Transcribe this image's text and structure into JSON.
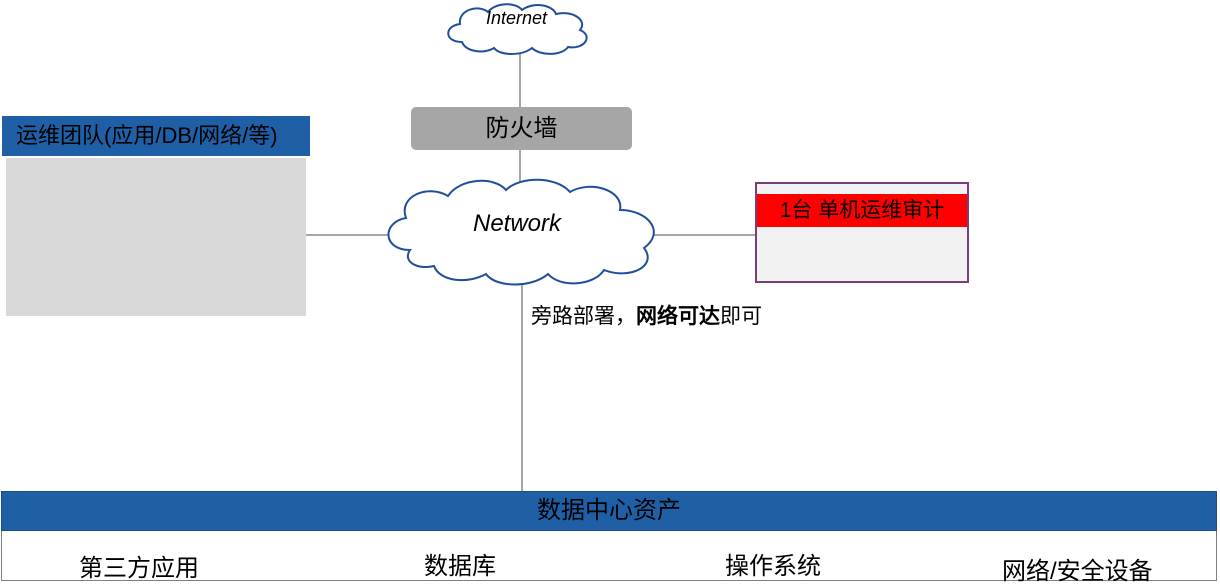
{
  "internet_label": "Internet",
  "firewall_label": "防火墙",
  "network_label": "Network",
  "ops_team_label": "运维团队(应用/DB/网络/等)",
  "audit_label": "1台 单机运维审计",
  "deployment_note": {
    "prefix": "旁路部署，",
    "bold": "网络可达",
    "suffix": "即可"
  },
  "datacenter_title": "数据中心资产",
  "assets": [
    "第三方应用",
    "数据库",
    "操作系统",
    "网络/安全设备"
  ],
  "colors": {
    "header_blue": "#1f5fa6",
    "firewall_gray": "#a6a6a6",
    "audit_red": "#ff0000",
    "audit_border": "#7a3d78",
    "cloud_stroke": "#1f4e9c",
    "panel_gray": "#d9d9d9"
  },
  "icons": [
    "laptop-icon",
    "server-icon",
    "cloud-icon"
  ]
}
